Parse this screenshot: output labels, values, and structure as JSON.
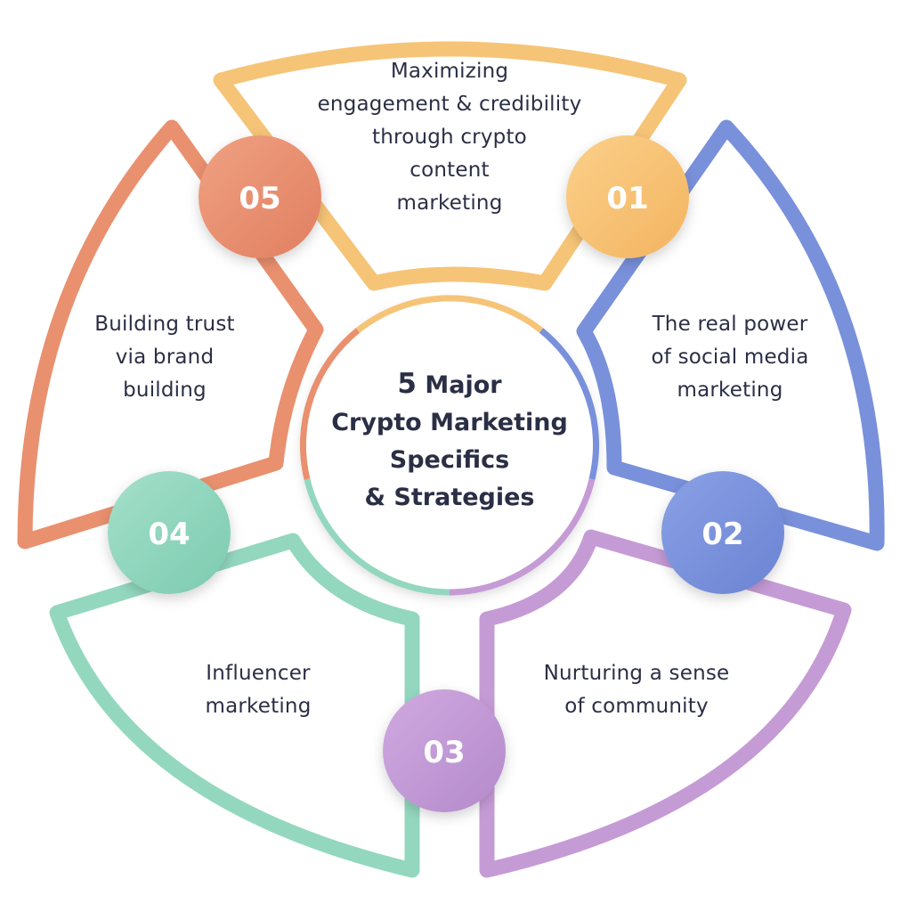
{
  "center": {
    "number": "5",
    "line1": "Major",
    "line2": "Crypto Marketing",
    "line3": "Specifics",
    "line4": "& Strategies"
  },
  "segments": [
    {
      "number": "01",
      "color": "#f7c16e",
      "lines": [
        "Maximizing",
        "engagement & credibility",
        "through crypto",
        "content",
        "marketing"
      ]
    },
    {
      "number": "02",
      "color": "#7d93dc",
      "lines": [
        "The real power",
        "of social media",
        "marketing"
      ]
    },
    {
      "number": "03",
      "color": "#c49ad6",
      "lines": [
        "Nurturing a sense",
        "of community"
      ]
    },
    {
      "number": "04",
      "color": "#8fd5bd",
      "lines": [
        "Influencer",
        "marketing"
      ]
    },
    {
      "number": "05",
      "color": "#e98f6e",
      "lines": [
        "Building trust",
        "via brand",
        "building"
      ]
    }
  ]
}
